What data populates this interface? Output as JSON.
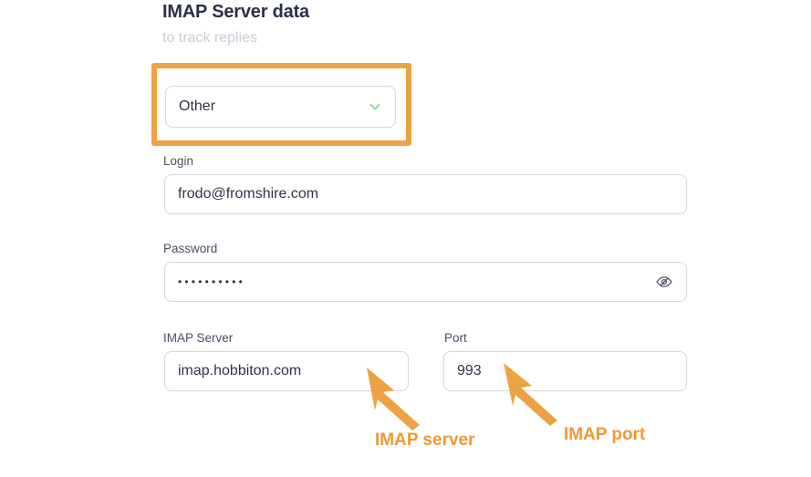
{
  "heading": {
    "title": "IMAP Server data",
    "subtitle": "to track replies"
  },
  "form": {
    "provider_select": {
      "label": "",
      "value": "Other",
      "chevron_icon": "chevron-down-icon",
      "chevron_color": "#8fd49a"
    },
    "login": {
      "label": "Login",
      "value": "frodo@fromshire.com",
      "placeholder": "Login"
    },
    "password": {
      "label": "Password",
      "value": "••••••••••",
      "placeholder": "Password",
      "reveal_icon": "eye-off-icon"
    },
    "imap_server": {
      "label": "IMAP Server",
      "value": "imap.hobbiton.com",
      "placeholder": "IMAP Server"
    },
    "port": {
      "label": "Port",
      "value": "993",
      "placeholder": "Port"
    }
  },
  "annotations": {
    "highlight_color": "#eda343",
    "arrow_color": "#eda343",
    "imap_server_caption": "IMAP server",
    "imap_port_caption": "IMAP port"
  },
  "colors": {
    "title": "#2c3049",
    "subtitle": "#c8ccd6",
    "label": "#4a4f63",
    "input_border": "#d5d8e0",
    "input_text": "#2f3447",
    "accent_orange": "#eda343",
    "accent_green": "#8fd49a",
    "background": "#ffffff"
  }
}
